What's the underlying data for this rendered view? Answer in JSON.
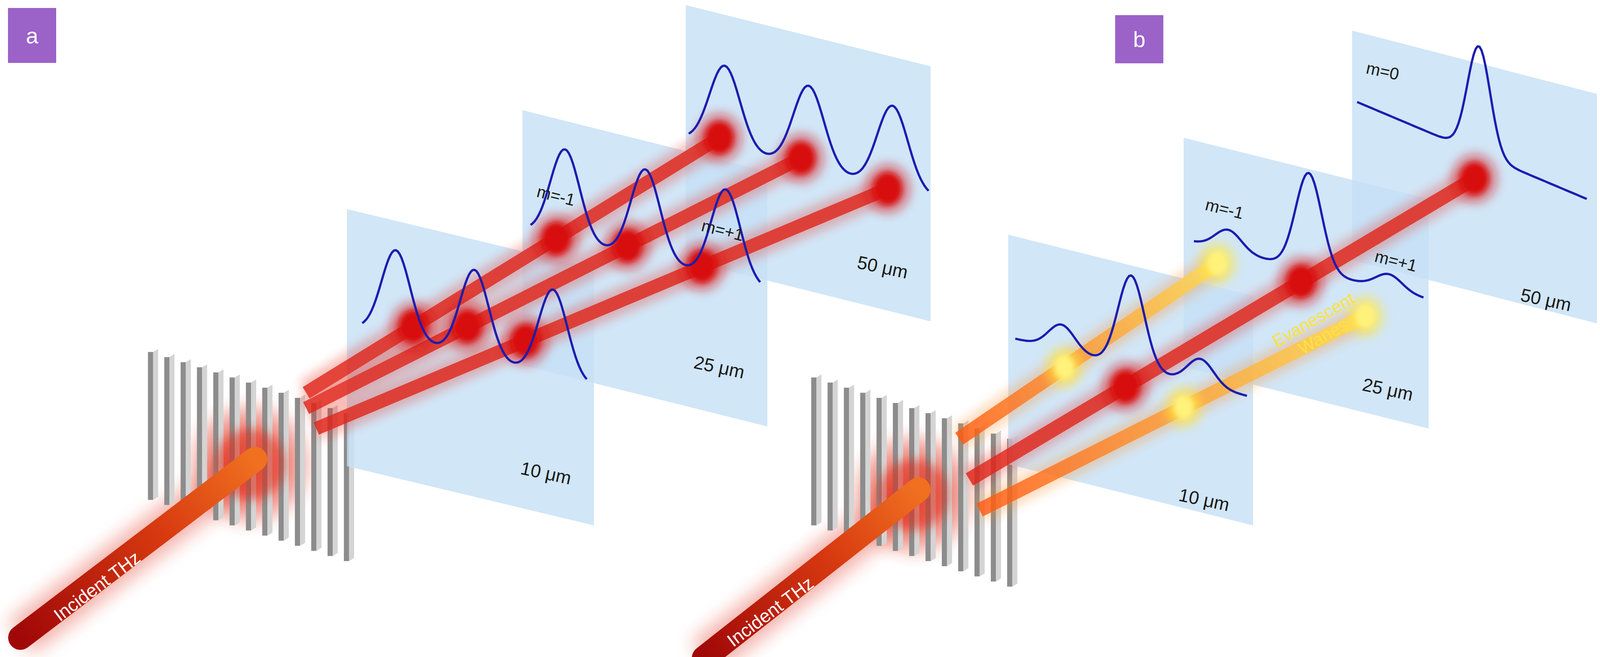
{
  "diagram": {
    "nodes": [
      {
        "text": [
          "a"
        ]
      },
      {
        "text": [
          "b"
        ]
      }
    ],
    "labels": [
      "Incident THz",
      "m=-1",
      "m=+1",
      "10 μm",
      "25 μm",
      "50 μm",
      "Incident THz",
      "m=0",
      "m=-1",
      "m=+1",
      "Evanescent Wanes",
      "10 μm",
      "25 μm",
      "50 μm"
    ]
  }
}
